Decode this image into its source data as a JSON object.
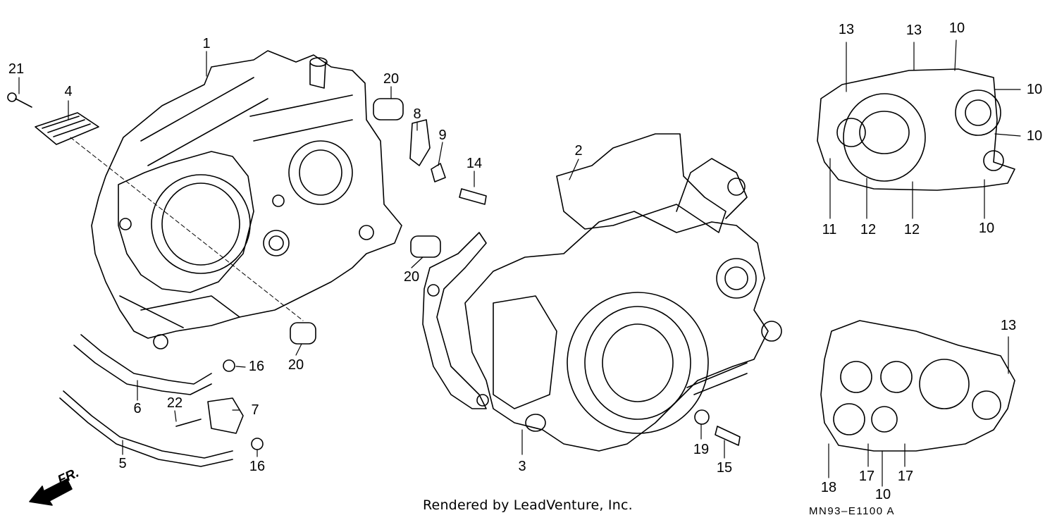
{
  "diagram": {
    "callouts": {
      "c1": "1",
      "c2": "2",
      "c3": "3",
      "c4": "4",
      "c5": "5",
      "c6": "6",
      "c7": "7",
      "c8": "8",
      "c9": "9",
      "c14": "14",
      "c15": "15",
      "c16a": "16",
      "c16b": "16",
      "c19": "19",
      "c20a": "20",
      "c20b": "20",
      "c20c": "20",
      "c21": "21",
      "c22": "22",
      "r13a": "13",
      "r13b": "13",
      "r10a": "10",
      "r10b": "10",
      "r10c": "10",
      "r10d": "10",
      "r11": "11",
      "r12a": "12",
      "r12b": "12",
      "b13": "13",
      "b18": "18",
      "b17a": "17",
      "b17b": "17",
      "b10": "10"
    },
    "front_label": "FR.",
    "footer": "Rendered by LeadVenture, Inc.",
    "diagram_code": "MN93–E1100 A"
  }
}
